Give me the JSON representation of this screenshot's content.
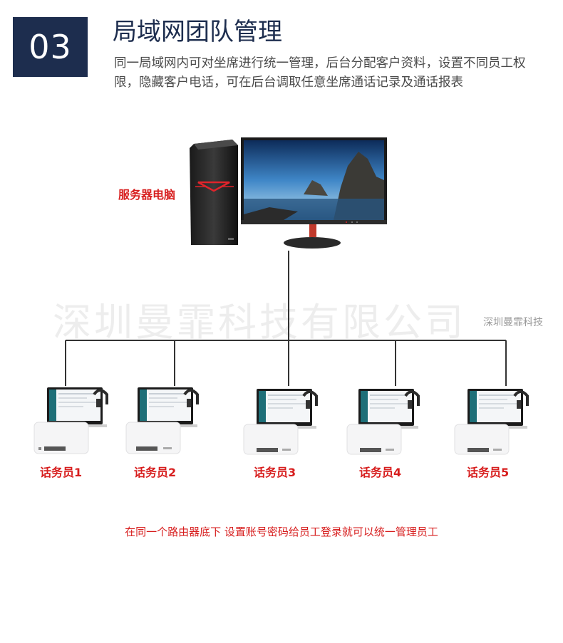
{
  "header": {
    "number": "03",
    "title": "局域网团队管理",
    "description": "同一局域网内可对坐席进行统一管理，后台分配客户资料，设置不同员工权限，隐藏客户电话，可在后台调取任意坐席通话记录及通话报表"
  },
  "watermark": {
    "big_text": "深圳曼霏科技有限公司",
    "small_text": "深圳曼霏科技"
  },
  "server": {
    "label": "服务器电脑"
  },
  "agents": [
    {
      "label": "话务员1"
    },
    {
      "label": "话务员2"
    },
    {
      "label": "话务员3"
    },
    {
      "label": "话务员4"
    },
    {
      "label": "话务员5"
    }
  ],
  "footer": {
    "note": "在同一个路由器底下  设置账号密码给员工登录就可以统一管理员工"
  },
  "colors": {
    "badge_bg": "#1d2d4e",
    "accent_red": "#d71e1e",
    "line": "#333333"
  }
}
